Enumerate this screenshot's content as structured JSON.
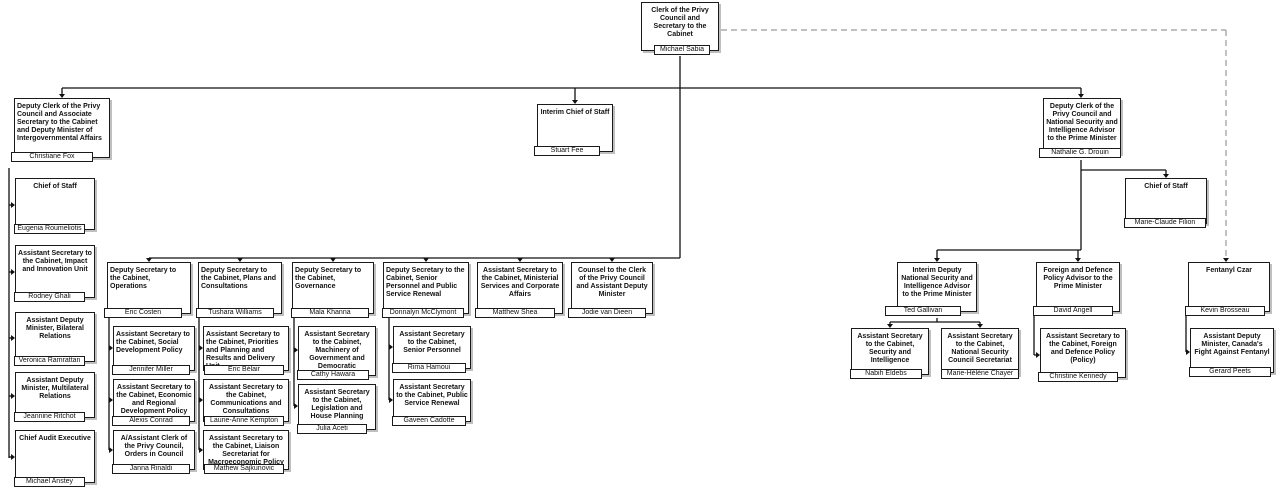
{
  "org_chart": {
    "top": {
      "title": "Clerk of the Privy Council and Secretary to the Cabinet",
      "name": "Michael Sabia"
    },
    "left_branch": {
      "head": {
        "title": "Deputy Clerk of the Privy Council and Associate Secretary to the Cabinet and Deputy Minister of Intergovernmental Affairs",
        "name": "Christiane Fox"
      },
      "reports": [
        {
          "title": "Chief of Staff",
          "name": "Eugenia Roumeliotis"
        },
        {
          "title": "Assistant Secretary to the Cabinet, Impact and Innovation Unit",
          "name": "Rodney Ghali"
        },
        {
          "title": "Assistant Deputy Minister, Bilateral Relations",
          "name": "Veronica Ramrattan"
        },
        {
          "title": "Assistant Deputy Minister, Multilateral Relations",
          "name": "Jeannine Ritchot"
        },
        {
          "title": "Chief Audit Executive",
          "name": "Michael Anstey"
        }
      ]
    },
    "interim_chief": {
      "title": "Interim Chief of Staff",
      "name": "Stuart Fee"
    },
    "middle": [
      {
        "title": "Deputy Secretary to the Cabinet, Operations",
        "name": "Eric Costen",
        "reports": [
          {
            "title": "Assistant Secretary to the Cabinet, Social Development Policy",
            "name": "Jennifer Miller"
          },
          {
            "title": "Assistant Secretary to the Cabinet, Economic and Regional Development Policy",
            "name": "Alexis Conrad"
          },
          {
            "title": "A/Assistant Clerk of the Privy Council, Orders in Council",
            "name": "Janna Rinaldi"
          }
        ]
      },
      {
        "title": "Deputy Secretary to the Cabinet, Plans and Consultations",
        "name": "Tushara Williams",
        "reports": [
          {
            "title": "Assistant Secretary to the Cabinet, Priorities and Planning and Results and Delivery Unit",
            "name": "Eric Bélair"
          },
          {
            "title": "Assistant Secretary to the Cabinet, Communications and Consultations",
            "name": "Laurie-Anne Kempton"
          },
          {
            "title": "Assistant Secretary to the Cabinet, Liaison Secretariat for Macroeconomic Policy",
            "name": "Mathew Sajkunovic"
          }
        ]
      },
      {
        "title": "Deputy Secretary to the Cabinet, Governance",
        "name": "Mala Khanna",
        "reports": [
          {
            "title": "Assistant Secretary to the Cabinet, Machinery of Government and Democratic Institutions",
            "name": "Cathy Hawara"
          },
          {
            "title": "Assistant Secretary to the Cabinet, Legislation and House Planning",
            "name": "Julia Aceti"
          }
        ]
      },
      {
        "title": "Deputy Secretary to the Cabinet, Senior Personnel and Public Service Renewal",
        "name": "Donnalyn McClymont",
        "reports": [
          {
            "title": "Assistant Secretary to the Cabinet, Senior Personnel",
            "name": "Rima Hamoui"
          },
          {
            "title": "Assistant Secretary to the Cabinet, Public Service Renewal",
            "name": "Gaveen Cadotte"
          }
        ]
      },
      {
        "title": "Assistant Secretary to the Cabinet, Ministerial Services and Corporate Affairs",
        "name": "Matthew Shea",
        "reports": []
      },
      {
        "title": "Counsel to the Clerk of the Privy Council and Assistant Deputy Minister",
        "name": "Jodie van Dieen",
        "reports": []
      }
    ],
    "right_branch": {
      "head": {
        "title": "Deputy Clerk of the Privy Council and National Security and Intelligence Advisor to the Prime Minister",
        "name": "Nathalie G. Drouin"
      },
      "chief": {
        "title": "Chief of Staff",
        "name": "Marie-Claude Filion"
      },
      "subs": [
        {
          "title": "Interim Deputy National Security and Intelligence Advisor to the Prime Minister",
          "name": "Ted Gallivan",
          "reports": [
            {
              "title": "Assistant Secretary to the Cabinet, Security and Intelligence",
              "name": "Nabih Eldebs"
            },
            {
              "title": "Assistant Secretary to the Cabinet, National Security Council Secretariat",
              "name": "Marie-Hélène Chayer"
            }
          ]
        },
        {
          "title": "Foreign and Defence Policy Advisor to the Prime Minister",
          "name": "David Angell",
          "reports": [
            {
              "title": "Assistant Secretary to the Cabinet, Foreign and Defence Policy (Policy)",
              "name": "Christine Kennedy"
            }
          ]
        }
      ],
      "czar": {
        "title": "Fentanyl Czar",
        "name": "Kevin Brosseau",
        "reports": [
          {
            "title": "Assistant Deputy Minister, Canada's Fight Against Fentanyl",
            "name": "Gerard Peets"
          }
        ]
      }
    }
  }
}
